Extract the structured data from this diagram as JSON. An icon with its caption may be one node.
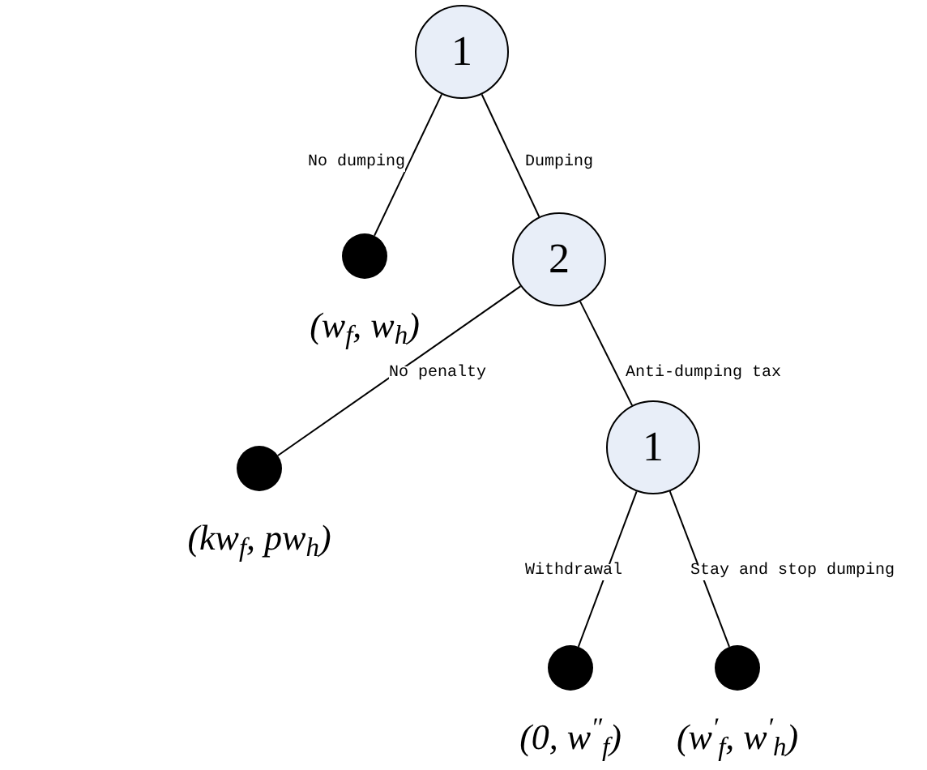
{
  "diagram": {
    "nodes": [
      {
        "text": [
          "1"
        ]
      },
      {
        "text": [],
        "shape": "circle",
        "beside": [
          "(w$_{f}$, w$_{h}$)"
        ]
      },
      {
        "text": [
          "2"
        ]
      },
      {
        "text": [],
        "shape": "circle",
        "beside": [
          "(kw$_{f}$, pw$_{h}$)"
        ]
      },
      {
        "text": [
          "1"
        ]
      },
      {
        "text": [],
        "shape": "circle",
        "beside": [
          "(0, w$^{″}$$_{f}$)"
        ]
      },
      {
        "text": [],
        "shape": "circle",
        "beside": [
          "(w$^{′}$$_{f}$, w$^{′}$$_{h}$)"
        ]
      }
    ],
    "edges": [
      {
        "from": 0,
        "to": 1,
        "arrow": "none",
        "label": "No dumping"
      },
      {
        "from": 0,
        "to": 2,
        "arrow": "none",
        "label": "Dumping"
      },
      {
        "from": 2,
        "to": 3,
        "arrow": "none",
        "label": "No penalty"
      },
      {
        "from": 2,
        "to": 4,
        "arrow": "none",
        "label": "Anti-dumping tax"
      },
      {
        "from": 4,
        "to": 5,
        "arrow": "none",
        "label": "Withdrawal"
      },
      {
        "from": 4,
        "to": 6,
        "arrow": "none",
        "label": "Stay and stop dumping"
      }
    ]
  }
}
